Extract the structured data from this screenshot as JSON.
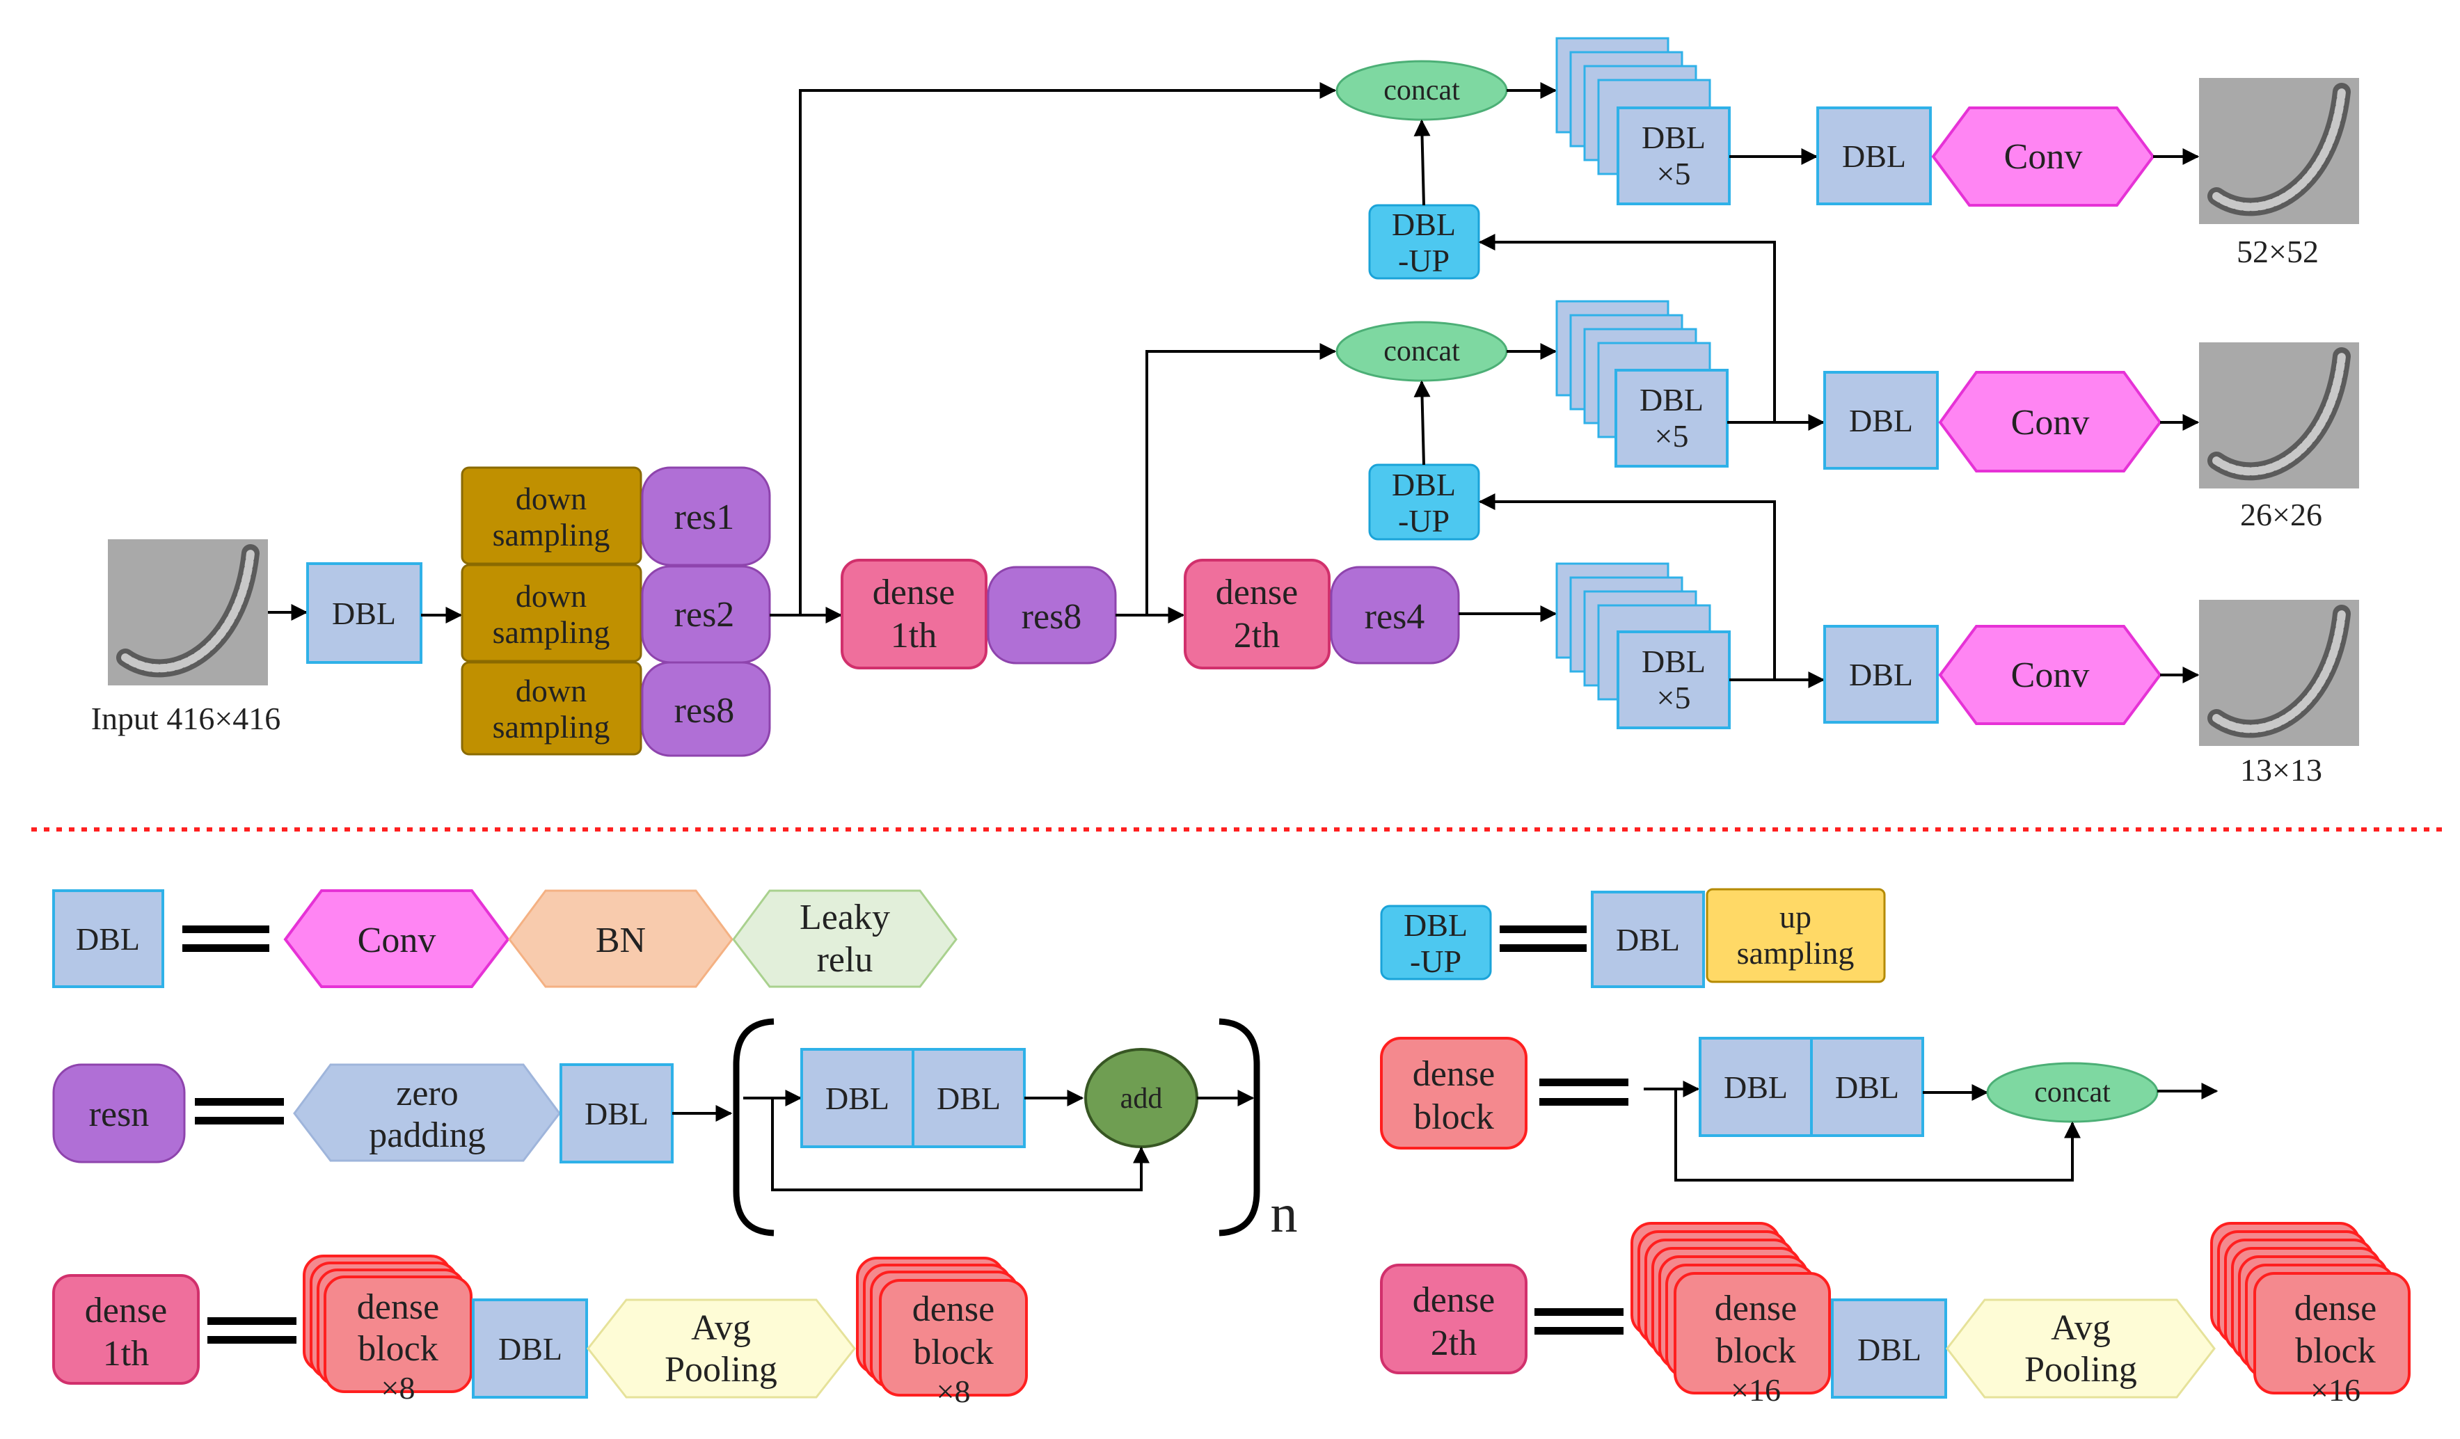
{
  "colors": {
    "dbl_fill": "#b4c7e7",
    "dbl_stroke": "#2fb1e8",
    "dbl_up_fill": "#4dc8f0",
    "conv_fill": "#ff85f3",
    "conv_stroke": "#e632d6",
    "bn_fill": "#f8cbad",
    "leaky_fill": "#e2efda",
    "leaky_stroke": "#a9d18e",
    "res_fill": "#b06fd6",
    "res_stroke": "#8e44ad",
    "down_fill": "#c09000",
    "down_stroke": "#8a6a00",
    "dense_fill": "#ef6f9c",
    "dense_stroke": "#d1306c",
    "dense_block_fill": "#f4898e",
    "dense_block_stroke": "#ff1f1f",
    "concat_fill": "#7ed8a1",
    "add_fill": "#6f9e52",
    "avg_fill": "#fefcd6",
    "avg_stroke": "#e6e29a",
    "up_fill": "#ffd966",
    "divider": "#ff2020"
  },
  "icons": [
    "worm-image"
  ],
  "top": {
    "input_caption": "Input 416×416",
    "dbl": "DBL",
    "down_line1": "down",
    "down_line2": "sampling",
    "res1": "res1",
    "res2": "res2",
    "res8": "res8",
    "dense1_line1": "dense",
    "dense1_line2": "1th",
    "res8b": "res8",
    "dense2_line1": "dense",
    "dense2_line2": "2th",
    "res4": "res4",
    "concat": "concat",
    "dbl_up_line1": "DBL",
    "dbl_up_line2": "-UP",
    "stack_line1": "DBL",
    "stack_line2": "×5",
    "conv": "Conv",
    "out1": "52×52",
    "out2": "26×26",
    "out3": "13×13"
  },
  "legend": {
    "dbl": "DBL",
    "conv": "Conv",
    "bn": "BN",
    "leaky_line1": "Leaky",
    "leaky_line2": "relu",
    "dbl_up_line1": "DBL",
    "dbl_up_line2": "-UP",
    "up_line1": "up",
    "up_line2": "sampling",
    "resn": "resn",
    "zero_line1": "zero",
    "zero_line2": "padding",
    "add": "add",
    "n": "n",
    "dense_block_line1": "dense",
    "dense_block_line2": "block",
    "concat": "concat",
    "dense1_line1": "dense",
    "dense1_line2": "1th",
    "db8_line1": "dense",
    "db8_line2": "block",
    "db8_line3": "×8",
    "avg_line1": "Avg",
    "avg_line2": "Pooling",
    "dense2_line1": "dense",
    "dense2_line2": "2th",
    "db16_line1": "dense",
    "db16_line2": "block",
    "db16_line3": "×16"
  }
}
